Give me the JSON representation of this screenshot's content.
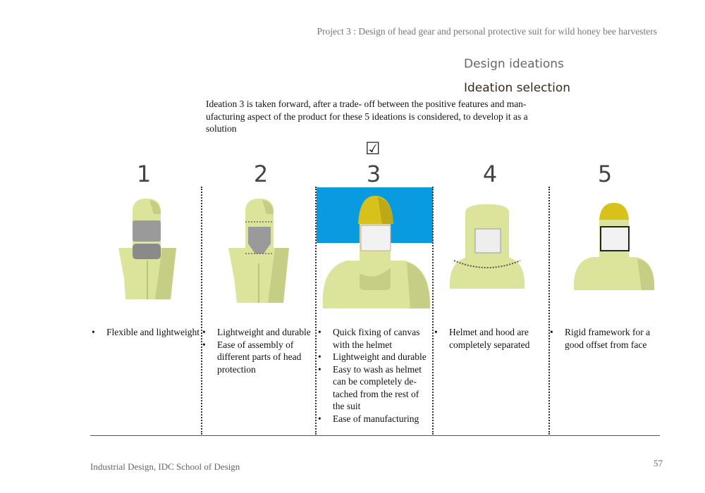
{
  "header": "Project 3 : Design of head gear and personal protective suit for wild honey bee harvesters",
  "section_title": "Design ideations",
  "subsection_title": "Ideation selection",
  "intro": "Ideation 3 is taken forward, after a trade- off between the positive features and man-ufacturing aspect of the product for these 5 ideations is considered, to develop it as a solution",
  "selected_mark": "☑",
  "selected_ideation": 3,
  "highlight_color": "#0a9ae0",
  "ideations": [
    {
      "number": "1",
      "points": [
        "Flexible and lightweight"
      ]
    },
    {
      "number": "2",
      "points": [
        "Lightweight and durable",
        "Ease of assembly of different parts of head protection"
      ]
    },
    {
      "number": "3",
      "points": [
        "Quick fixing of canvas with the helmet",
        "Lightweight and durable",
        "Easy to wash as helmet can be completely de-tached from the rest of the suit",
        "Ease of manufacturing"
      ]
    },
    {
      "number": "4",
      "points": [
        "Helmet and hood are completely separated"
      ]
    },
    {
      "number": "5",
      "points": [
        "Rigid framework for a good offset from face"
      ]
    }
  ],
  "footer": "Industrial Design, IDC School of Design",
  "page_number": "57"
}
